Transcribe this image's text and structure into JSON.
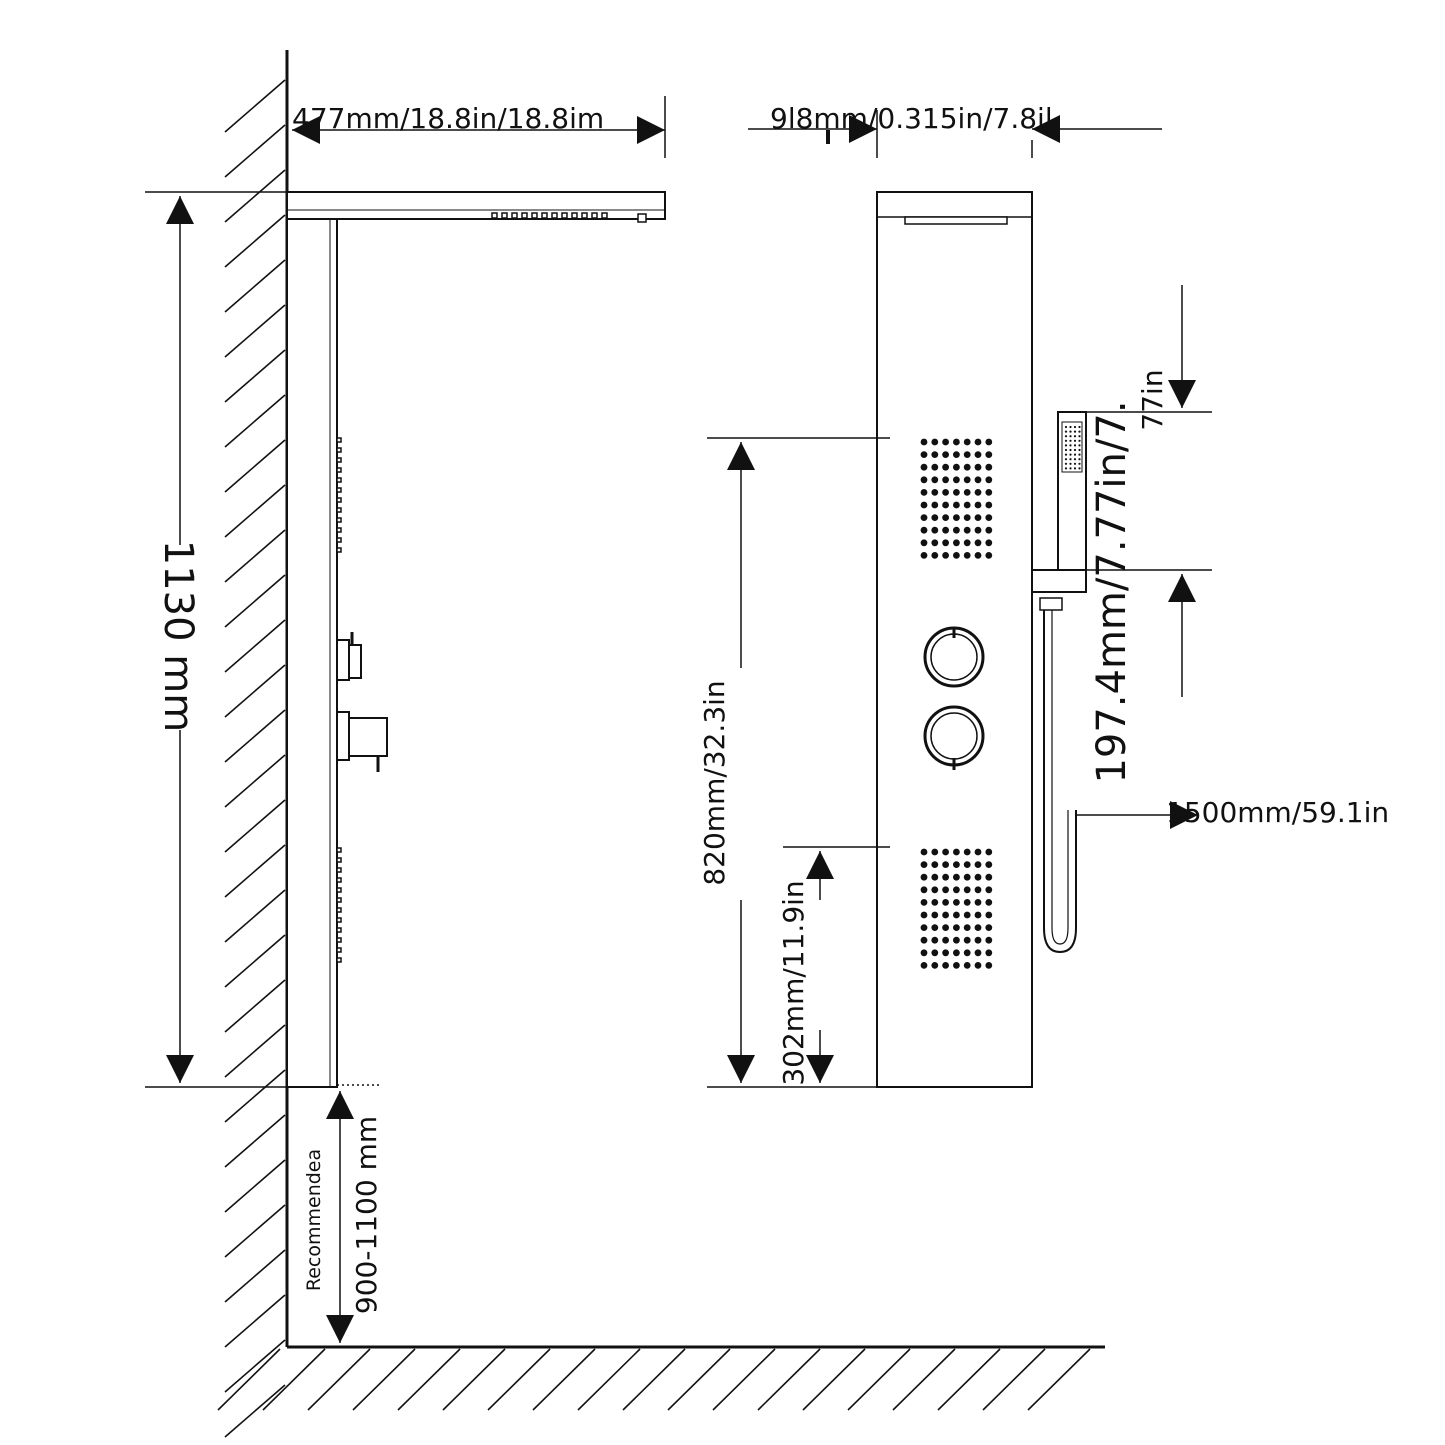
{
  "colors": {
    "ink": "#111111",
    "background": "#ffffff"
  },
  "dimensions": {
    "arm_length": "477mm/18.8in/18.8im",
    "panel_depth": "9l8mm/0.315in/7.8il",
    "total_height": "1130 mm",
    "spray_zone_height": "820mm/32.3in",
    "lower_spray_height": "302mm/11.9in",
    "handheld_spacing": "197.4mm/7.77in/7.",
    "handheld_spacing_tail": "77in",
    "hose_length": "1500mm/59.1in",
    "install_height_caption": "Recommendea",
    "install_height": "900-1100 mm"
  }
}
